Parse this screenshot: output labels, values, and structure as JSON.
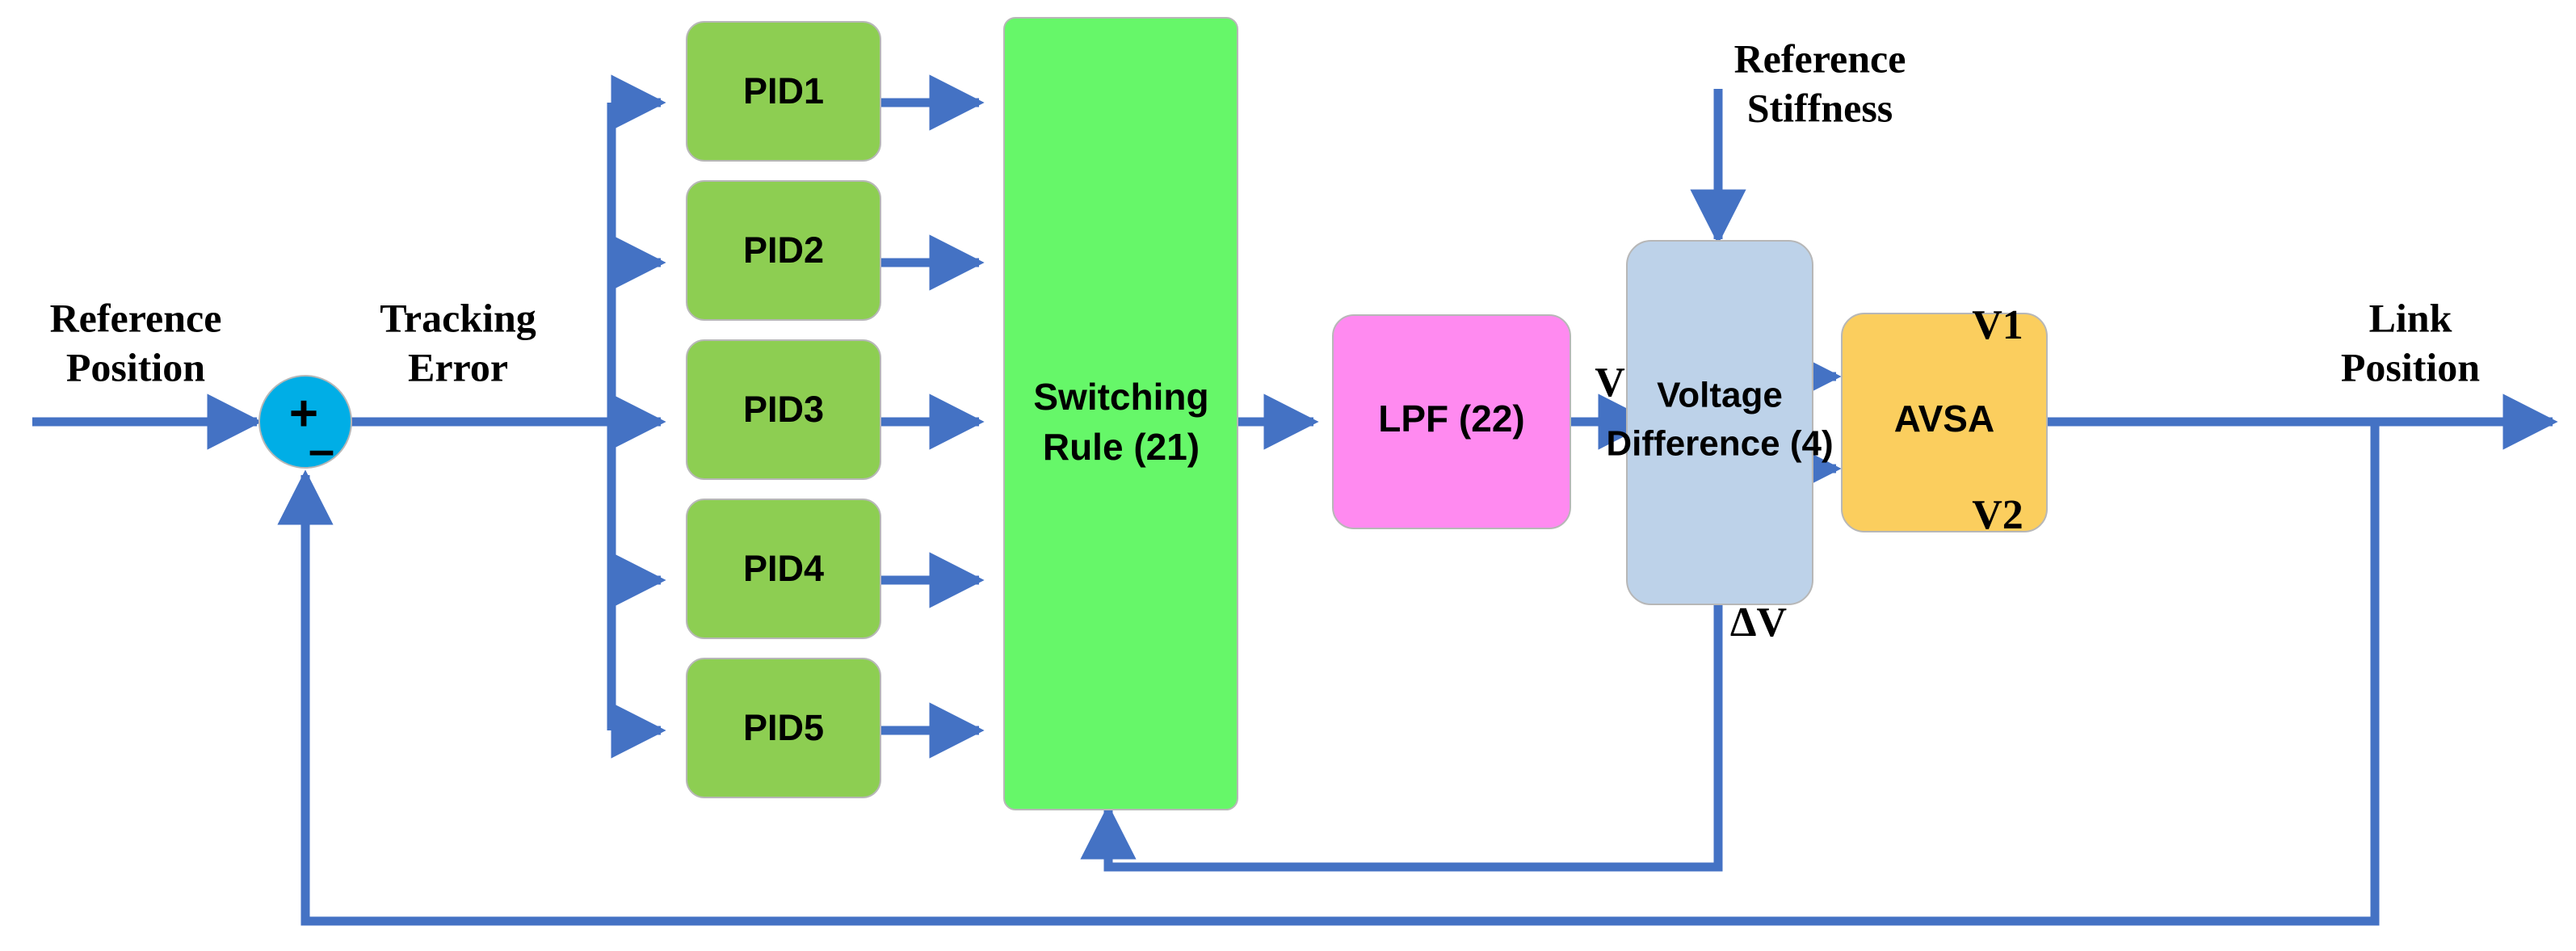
{
  "diagram": {
    "title": "Switching PID control block diagram for AVSA",
    "background_color": "#FFFFFF",
    "line_color": "#4472C4",
    "colors": {
      "pid_block": "#8DCE52",
      "switching_block": "#66F769",
      "lpf_block": "#FF8AF0",
      "voltage_block": "#BDD2E9",
      "avsa_block": "#FBCE5E",
      "sum_junction": "#00AEE6",
      "arrow": "#4472C4",
      "text": "#000000"
    }
  },
  "signals": {
    "reference_position": "Reference\nPosition",
    "reference_position_line1": "Reference",
    "reference_position_line2": "Position",
    "tracking_error_line1": "Tracking",
    "tracking_error_line2": "Error",
    "reference_stiffness_line1": "Reference",
    "reference_stiffness_line2": "Stiffness",
    "link_position_line1": "Link",
    "link_position_line2": "Position",
    "voltage_v": "V",
    "voltage_v1": "V1",
    "voltage_v2": "V2",
    "delta_v": "ΔV"
  },
  "sum_junction": {
    "plus_sign": "+",
    "minus_sign": "–"
  },
  "blocks": {
    "pid": [
      {
        "label": "PID1"
      },
      {
        "label": "PID2"
      },
      {
        "label": "PID3"
      },
      {
        "label": "PID4"
      },
      {
        "label": "PID5"
      }
    ],
    "switching": {
      "line1": "Switching",
      "line2": "Rule (21)"
    },
    "lpf": {
      "label": "LPF (22)"
    },
    "voltage_difference": {
      "line1": "Voltage",
      "line2": "Difference (4)"
    },
    "avsa": {
      "label": "AVSA"
    }
  }
}
